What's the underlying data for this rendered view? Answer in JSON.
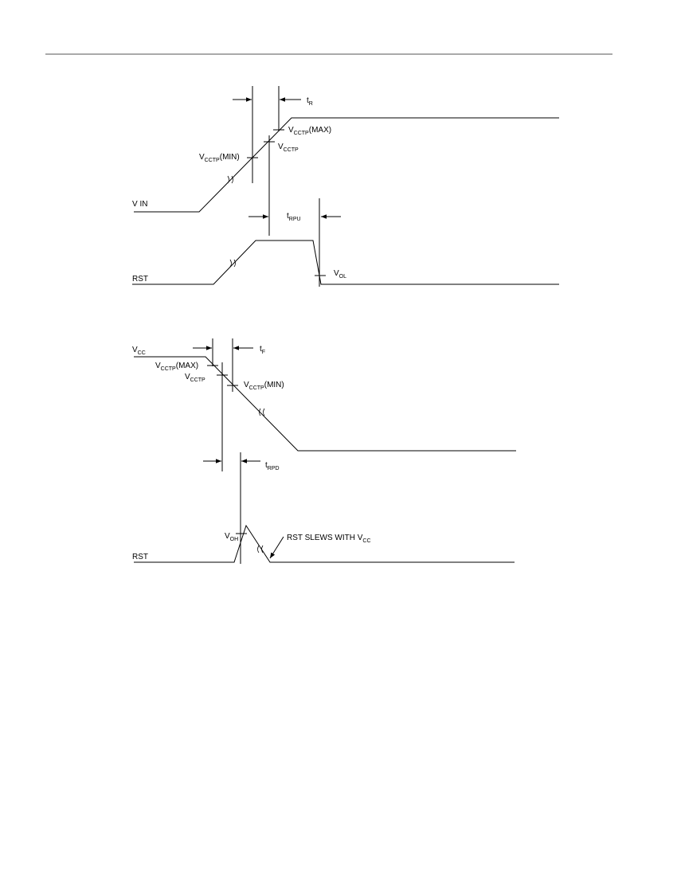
{
  "colors": {
    "ink": "#000000",
    "rule": "#555555",
    "paper": "#ffffff"
  },
  "powerup": {
    "t_r": {
      "main": "t",
      "sub": "R"
    },
    "vcctp_max": {
      "main": "V",
      "sub": "CCTP",
      "suffix": "(MAX)"
    },
    "vcctp": {
      "main": "V",
      "sub": "CCTP"
    },
    "vcctp_min": {
      "main": "V",
      "sub": "CCTP",
      "suffix": "(MIN)"
    },
    "vin": "V IN",
    "t_rpu": {
      "main": "t",
      "sub": "RPU"
    },
    "rst": "RST",
    "vol": {
      "main": "V",
      "sub": "OL"
    }
  },
  "powerdown": {
    "vcc": {
      "main": "V",
      "sub": "CC"
    },
    "t_f": {
      "main": "t",
      "sub": "F"
    },
    "vcctp_max": {
      "main": "V",
      "sub": "CCTP",
      "suffix": "(MAX)"
    },
    "vcctp": {
      "main": "V",
      "sub": "CCTP"
    },
    "vcctp_min": {
      "main": "V",
      "sub": "CCTP",
      "suffix": "(MIN)"
    },
    "t_rpd": {
      "main": "t",
      "sub": "RPD"
    },
    "voh": {
      "main": "V",
      "sub": "OH"
    },
    "rst": "RST",
    "rst_slews": {
      "main": "RST SLEWS WITH V",
      "sub": "CC"
    }
  }
}
